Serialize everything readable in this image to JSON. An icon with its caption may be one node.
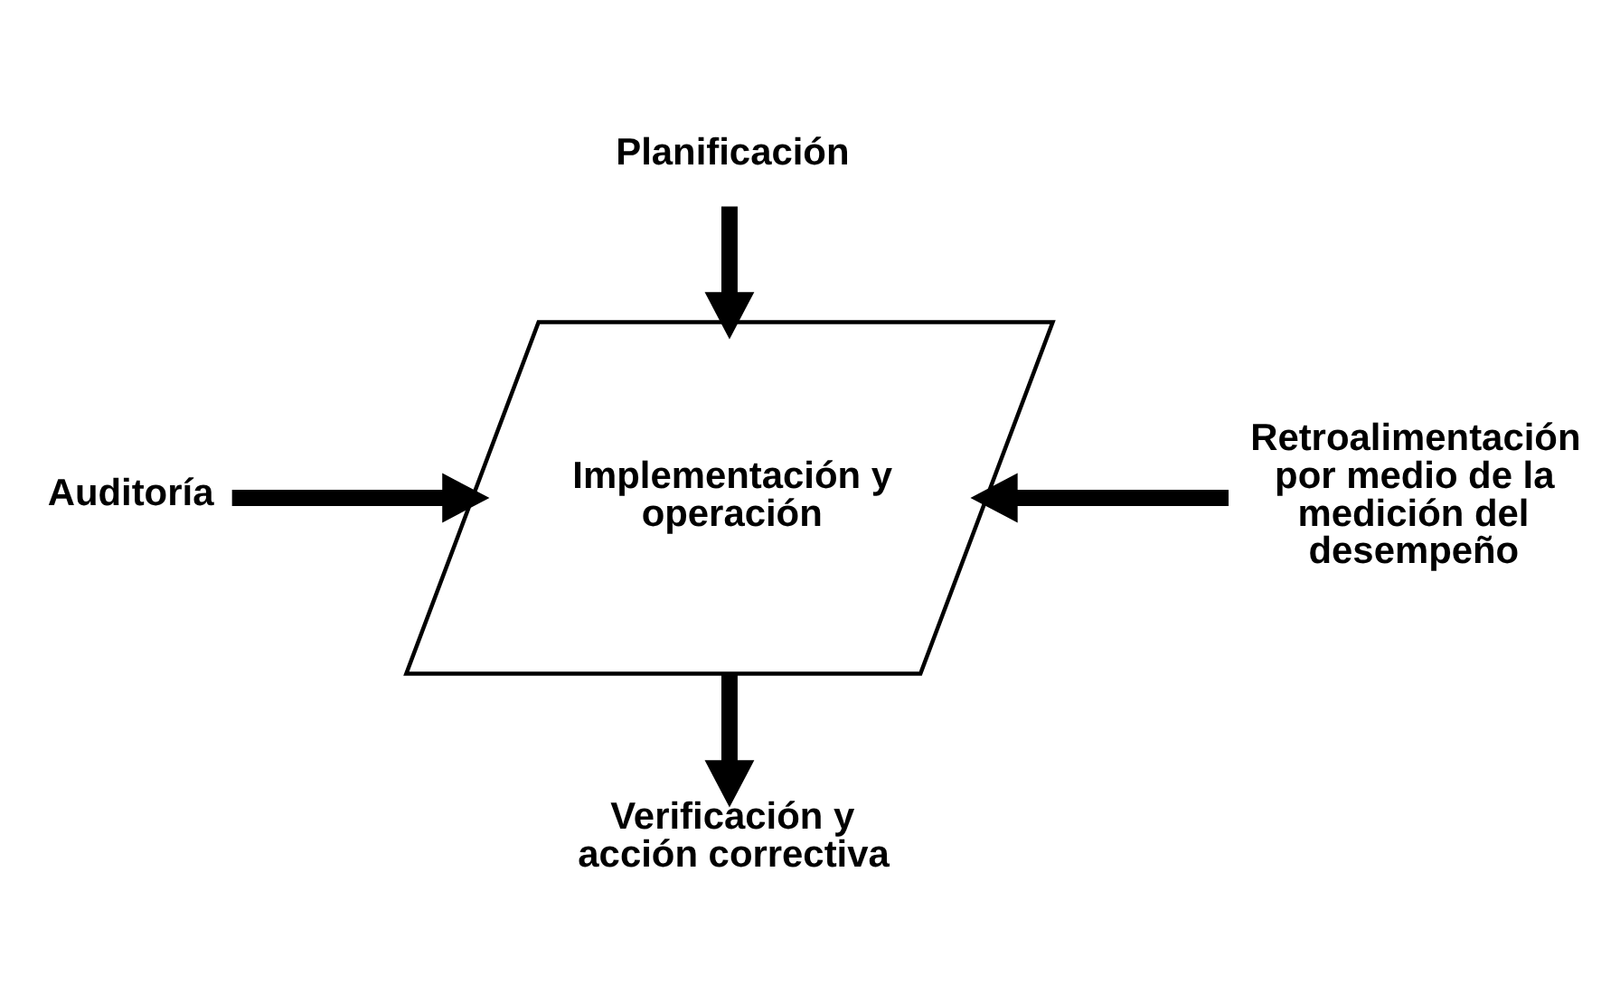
{
  "diagram": {
    "nodes": [
      {
        "text": [
          "Planificación"
        ]
      },
      {
        "text": [
          "Implementación y operación"
        ]
      },
      {
        "text": [
          "Auditoría"
        ]
      },
      {
        "text": [
          "Retroalimentación por medio de la medición del desempeño"
        ]
      },
      {
        "text": [
          "Verificación y acción correctiva"
        ]
      }
    ],
    "edges": [
      {
        "from": 0,
        "to": 1,
        "arrow": "to"
      },
      {
        "from": 2,
        "to": 1,
        "arrow": "to"
      },
      {
        "from": 3,
        "to": 1,
        "arrow": "to"
      },
      {
        "from": 1,
        "to": 4,
        "arrow": "to"
      }
    ]
  }
}
